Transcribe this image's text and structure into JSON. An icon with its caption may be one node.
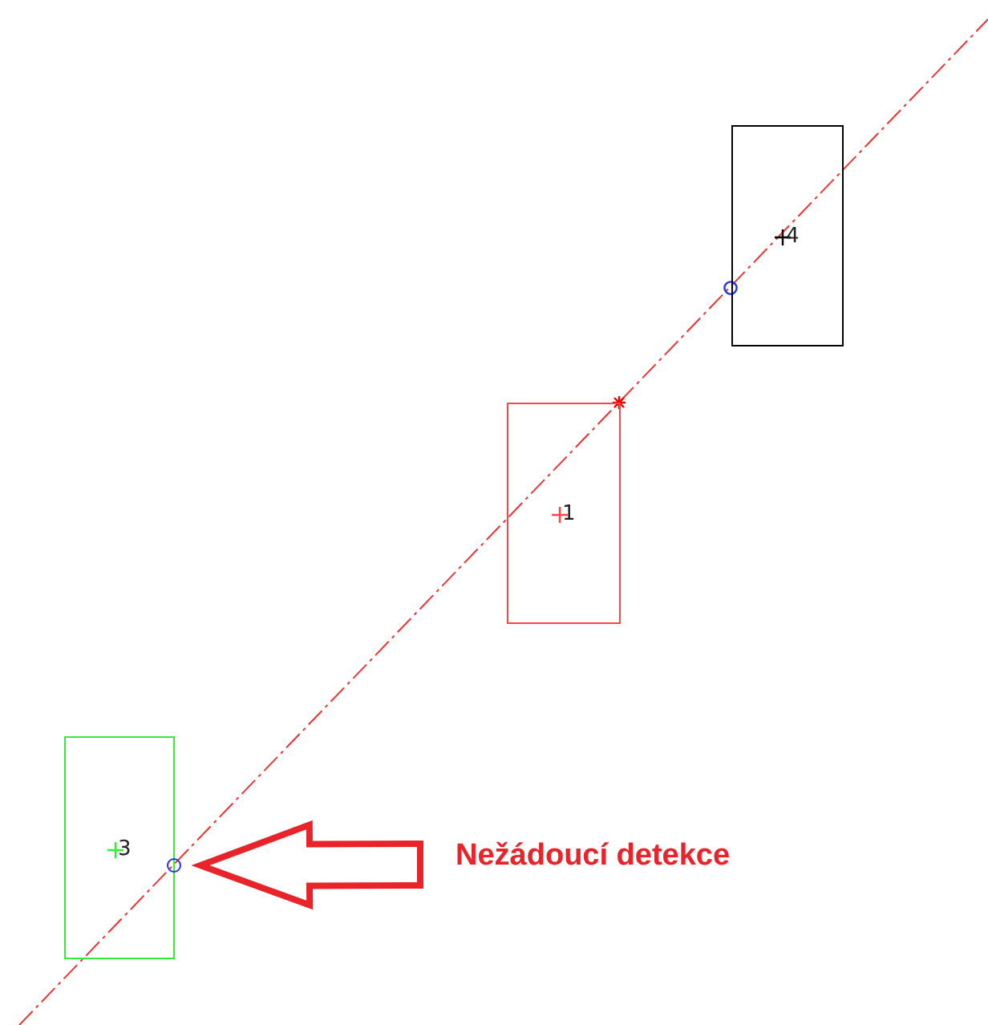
{
  "diagram": {
    "nodes": [
      {
        "text": [
          "4"
        ]
      },
      {
        "text": [
          "1"
        ]
      },
      {
        "text": [
          "3"
        ]
      },
      {
        "text": [
          "Nežádoucí detekce"
        ]
      },
      {
        "text": [],
        "shape": "circle"
      }
    ],
    "edges": [
      {
        "from": 3,
        "to": 4,
        "arrow": "to"
      }
    ]
  }
}
